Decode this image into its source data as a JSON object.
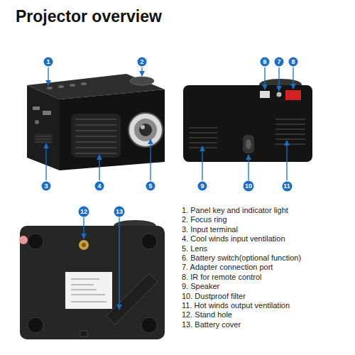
{
  "diagram": {
    "title": "Projector overview",
    "nodes": [
      {
        "text": [
          "1"
        ]
      },
      {
        "text": [
          "2"
        ]
      },
      {
        "text": [
          "3"
        ]
      },
      {
        "text": [
          "4"
        ]
      },
      {
        "text": [
          "5"
        ]
      },
      {
        "text": [
          "6"
        ]
      },
      {
        "text": [
          "7"
        ]
      },
      {
        "text": [
          "8"
        ]
      },
      {
        "text": [
          "9"
        ]
      },
      {
        "text": [
          "10"
        ]
      },
      {
        "text": [
          "11"
        ]
      },
      {
        "text": [
          "12"
        ]
      },
      {
        "text": [
          "13"
        ]
      }
    ],
    "labels": [
      "1. Panel key and indicator light",
      "2. Focus ring",
      "3. Input terminal",
      "4. Cool winds input ventilation",
      "5. Lens",
      "6. Battery switch(optional function)",
      "7. Adapter connection port",
      "8. IR for remote control",
      "9. Speaker",
      "10. Dustproof filter",
      "11. Hot winds output ventilation",
      "12. Stand hole",
      "13. Battery cover"
    ]
  }
}
